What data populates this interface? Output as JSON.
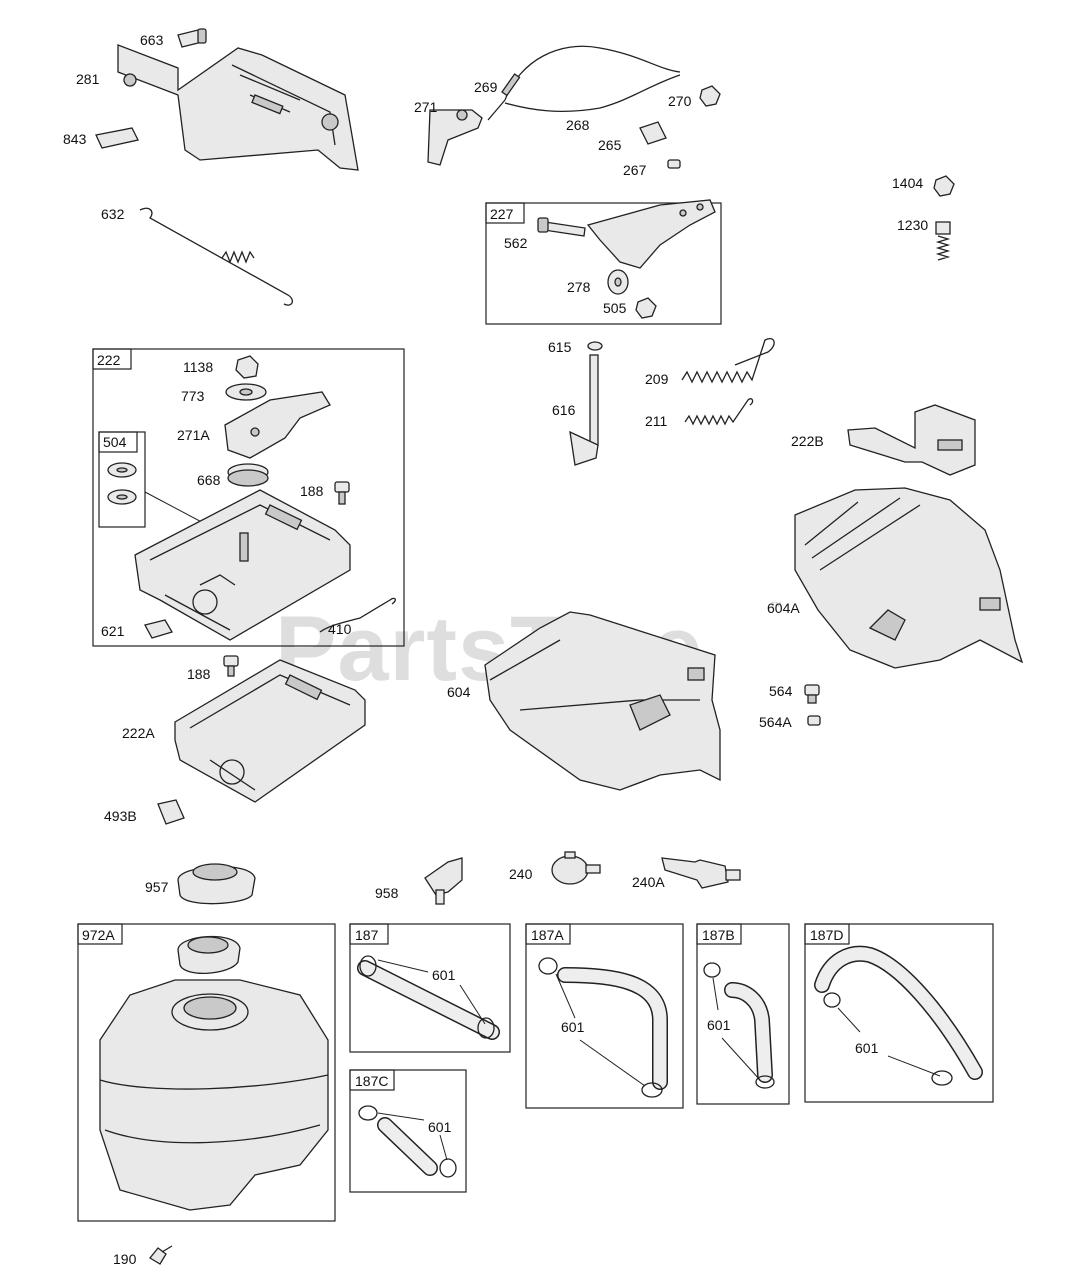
{
  "watermark": "PartsTree",
  "watermark_tm": "™",
  "labels": {
    "l663": "663",
    "l281": "281",
    "l843": "843",
    "l632": "632",
    "l271": "271",
    "l269": "269",
    "l268": "268",
    "l270": "270",
    "l265": "265",
    "l267": "267",
    "l1404": "1404",
    "l1230": "1230",
    "l562": "562",
    "l278": "278",
    "l505": "505",
    "l1138": "1138",
    "l773": "773",
    "l271A": "271A",
    "l668": "668",
    "l188a": "188",
    "l410": "410",
    "l621": "621",
    "l615": "615",
    "l616": "616",
    "l209": "209",
    "l211": "211",
    "l222B": "222B",
    "l604A": "604A",
    "l604": "604",
    "l564": "564",
    "l564A": "564A",
    "l188b": "188",
    "l222A": "222A",
    "l493B": "493B",
    "l957": "957",
    "l958": "958",
    "l240": "240",
    "l240A": "240A",
    "l601a": "601",
    "l601b": "601",
    "l601c": "601",
    "l601d": "601",
    "l601e": "601",
    "l190": "190"
  },
  "boxes": {
    "b227": "227",
    "b222": "222",
    "b504": "504",
    "b972A": "972A",
    "b187": "187",
    "b187A": "187A",
    "b187B": "187B",
    "b187C": "187C",
    "b187D": "187D"
  }
}
